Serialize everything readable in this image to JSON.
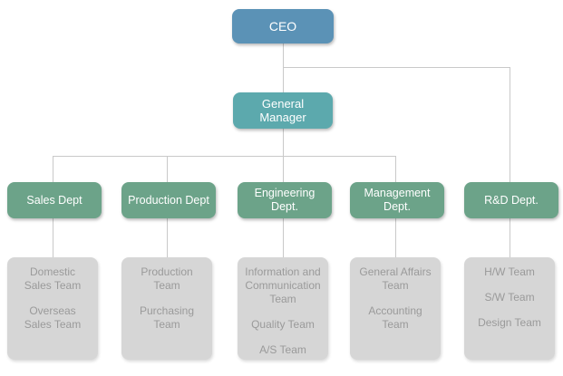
{
  "org_chart": {
    "ceo": {
      "label": "CEO"
    },
    "general_manager": {
      "label": "General\nManager",
      "reports_to": "CEO"
    },
    "departments": [
      {
        "label": "Sales Dept",
        "reports_to": "General Manager",
        "teams": [
          "Domestic\nSales Team",
          "Overseas\nSales Team"
        ]
      },
      {
        "label": "Production Dept",
        "reports_to": "General Manager",
        "teams": [
          "Production\nTeam",
          "Purchasing\nTeam"
        ]
      },
      {
        "label": "Engineering Dept.",
        "reports_to": "General Manager",
        "teams": [
          "Information and\nCommunication\nTeam",
          "Quality Team",
          "A/S Team"
        ]
      },
      {
        "label": "Management\nDept.",
        "reports_to": "General Manager",
        "teams": [
          "General Affairs\nTeam",
          "Accounting\nTeam"
        ]
      },
      {
        "label": "R&D Dept.",
        "reports_to": "CEO",
        "teams": [
          "H/W Team",
          "S/W Team",
          "Design Team"
        ]
      }
    ],
    "colors": {
      "ceo": "#5b92b6",
      "gm": "#5ca9ad",
      "dept": "#6ca389",
      "team_bg": "#d6d6d6",
      "team_text": "#9a9a9a",
      "line": "#c9c9c9",
      "background": "#ffffff"
    }
  }
}
